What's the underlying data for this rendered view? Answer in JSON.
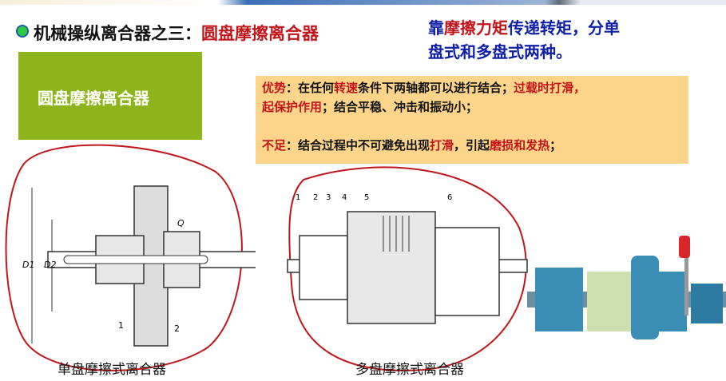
{
  "title": {
    "prefix": "机械操纵离合器之三：",
    "highlight": "圆盘摩擦离合器"
  },
  "summary": {
    "p1": "靠",
    "h1": "摩擦力矩",
    "p2": "传递转矩，分单",
    "line2": "盘式和多盘式两种。"
  },
  "green_box": {
    "label": "圆盘摩擦离合器"
  },
  "advantages": {
    "label": "优势",
    "p1": "：在任何",
    "h1": "转速",
    "p2": "条件下两轴都可以进行结合；",
    "h2": "过载时打滑，",
    "h3": "起保护作用",
    "p3": "；结合平稳、冲击和振动小；"
  },
  "disadvantages": {
    "label": "不足",
    "p1": "：结合过程中不可避免出现",
    "h1": "打滑",
    "p2": "，引起",
    "h2": "磨损和发热",
    "p3": "；"
  },
  "figure1": {
    "caption": "单盘摩擦式离合器",
    "labels": {
      "d1": "D1",
      "d2": "D2",
      "q": "Q",
      "n1": "1",
      "n2": "2"
    }
  },
  "figure2": {
    "caption": "多盘摩擦式离合器",
    "labels": [
      "1",
      "2",
      "3",
      "4",
      "5",
      "6"
    ]
  }
}
